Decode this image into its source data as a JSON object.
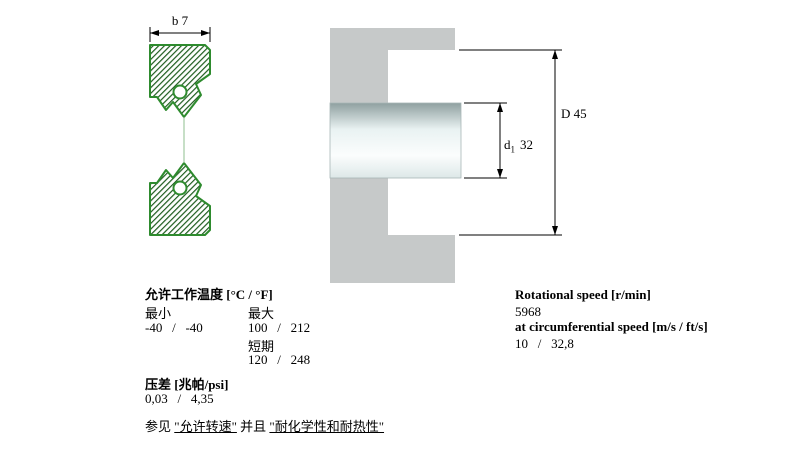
{
  "drawings": {
    "seal_width_label": "b 7",
    "bore_diameter_label": "D 45",
    "shaft_prefix": "d",
    "shaft_sub": "1",
    "shaft_value": "32"
  },
  "temperature": {
    "heading": "允许工作温度 [°C / °F]",
    "min_label": "最小",
    "max_label": "最大",
    "min_value": "-40   /   -40",
    "max_value": "100   /   212",
    "short_label": "短期",
    "short_value": "120   /   248"
  },
  "pressure": {
    "heading": "压差 [兆帕/psi]",
    "value": "0,03   /   4,35"
  },
  "footnote": {
    "see": "参见 ",
    "link1": "\"允许转速\"",
    "and": " 并且 ",
    "link2": "\"耐化学性和耐热性\""
  },
  "speed": {
    "heading": "Rotational speed [r/min]",
    "value": "5968",
    "circ_heading": "at circumferential speed [m/s / ft/s]",
    "circ_value": "10   /   32,8"
  }
}
